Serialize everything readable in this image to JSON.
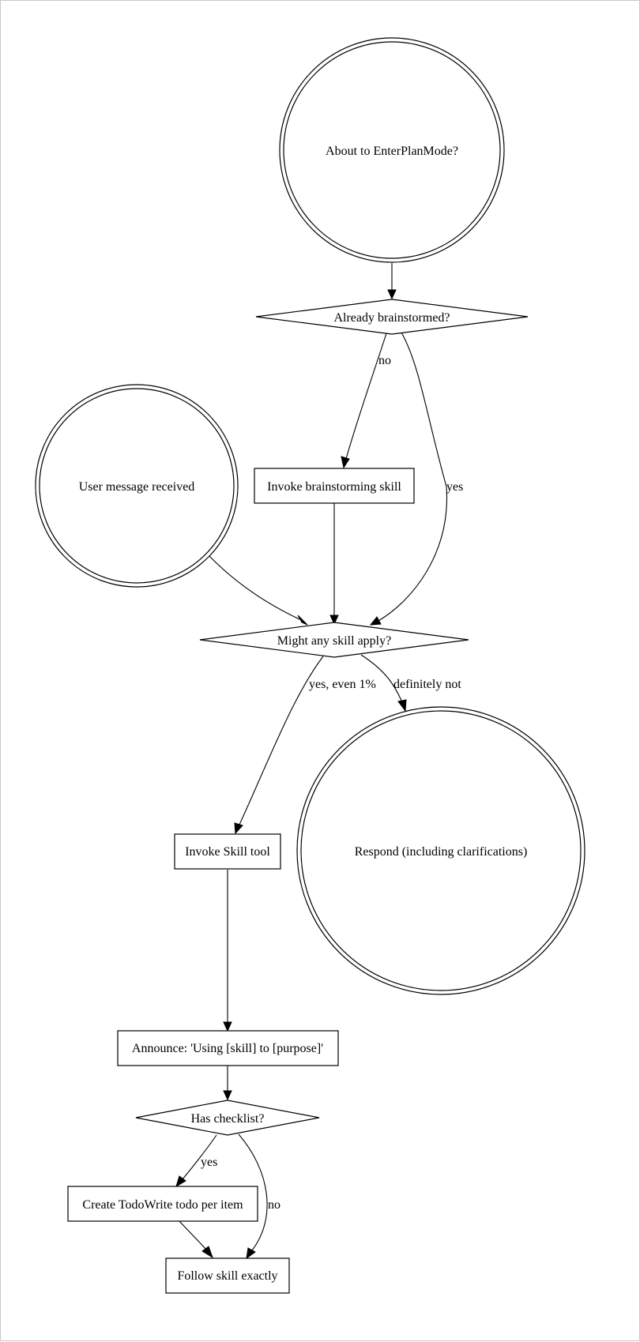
{
  "diagram": {
    "nodes": {
      "plan_mode": "About to EnterPlanMode?",
      "brainstormed": "Already brainstormed?",
      "user_message": "User message received",
      "invoke_brainstorm": "Invoke brainstorming skill",
      "might_apply": "Might any skill apply?",
      "invoke_skill": "Invoke Skill tool",
      "respond": "Respond (including clarifications)",
      "announce": "Announce: 'Using [skill] to [purpose]'",
      "has_checklist": "Has checklist?",
      "create_todo": "Create TodoWrite todo per item",
      "follow_skill": "Follow skill exactly"
    },
    "edges": {
      "brainstormed_no": "no",
      "brainstormed_yes": "yes",
      "apply_yes": "yes, even 1%",
      "apply_no": "definitely not",
      "checklist_yes": "yes",
      "checklist_no": "no"
    }
  }
}
